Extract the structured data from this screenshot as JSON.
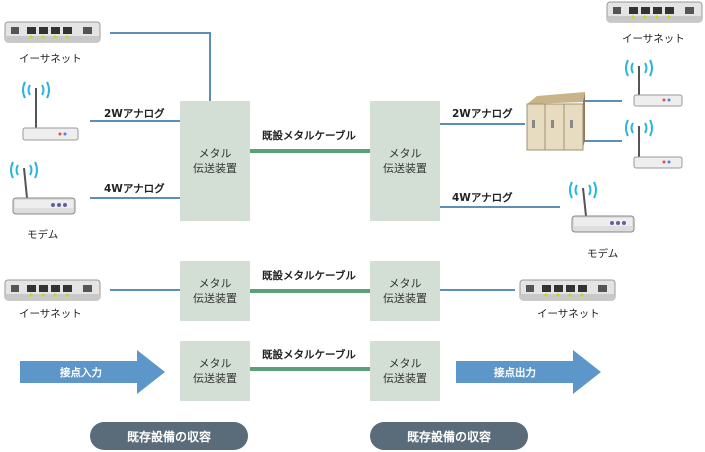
{
  "boxes": {
    "top_left": "メタル\n伝送装置",
    "top_right": "メタル\n伝送装置",
    "mid_left": "メタル\n伝送装置",
    "mid_right": "メタル\n伝送装置",
    "bot_left": "メタル\n伝送装置",
    "bot_right": "メタル\n伝送装置"
  },
  "labels": {
    "ethernet_top_left": "イーサネット",
    "ethernet_top_right": "イーサネット",
    "ethernet_mid_left": "イーサネット",
    "ethernet_mid_right": "イーサネット",
    "modem_left": "モデム",
    "modem_right": "モデム",
    "analog_2w_left": "2Wアナログ",
    "analog_4w_left": "4Wアナログ",
    "analog_2w_right": "2Wアナログ",
    "analog_4w_right": "4Wアナログ",
    "cable_top": "既設メタルケーブル",
    "cable_mid": "既設メタルケーブル",
    "cable_bot": "既設メタルケーブル",
    "contact_in": "接点入力",
    "contact_out": "接点出力"
  },
  "pills": {
    "left": "既存設備の収容",
    "right": "既存設備の収容"
  },
  "colors": {
    "box": "#d3dfd4",
    "link_blue": "#5b8fb8",
    "cable_green": "#5aa079",
    "arrow_blue": "#5d97c9",
    "pill": "#5a6b7a"
  }
}
